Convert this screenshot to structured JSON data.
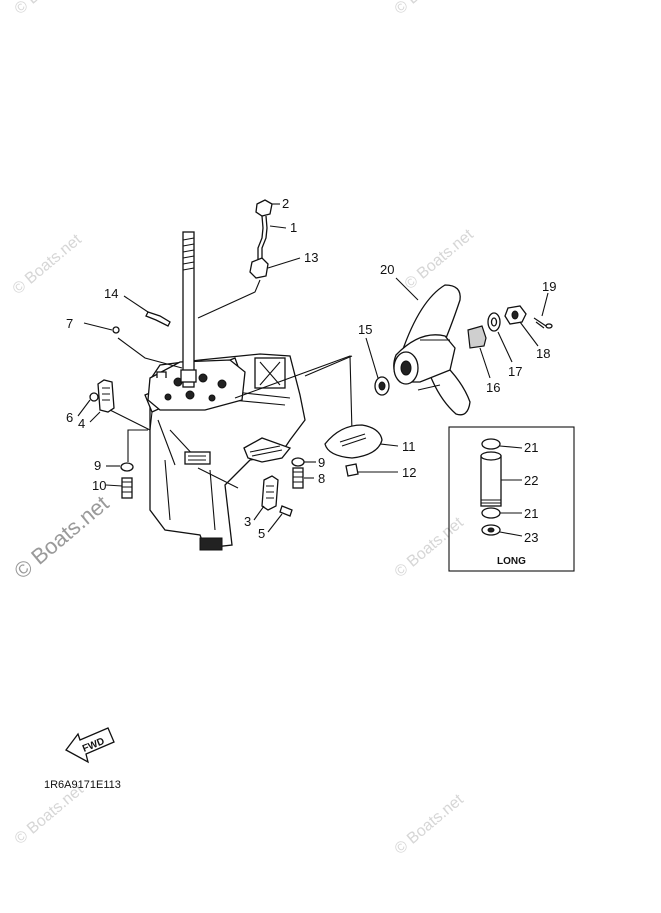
{
  "callouts": [
    "2",
    "1",
    "13",
    "14",
    "7",
    "6",
    "4",
    "9",
    "10",
    "3",
    "5",
    "8",
    "9",
    "12",
    "11",
    "15",
    "20",
    "19",
    "18",
    "17",
    "16",
    "21",
    "22",
    "21",
    "23"
  ],
  "inset": {
    "caption": "LONG"
  },
  "fwd_arrow": {
    "label": "FWD"
  },
  "diagram_code": "1R6A9171E113",
  "watermark": {
    "text": "© Boats.net"
  },
  "colors": {
    "ink": "#111111",
    "watermark_light": "#d6d6d6",
    "watermark_dark": "#9a9a9a"
  }
}
